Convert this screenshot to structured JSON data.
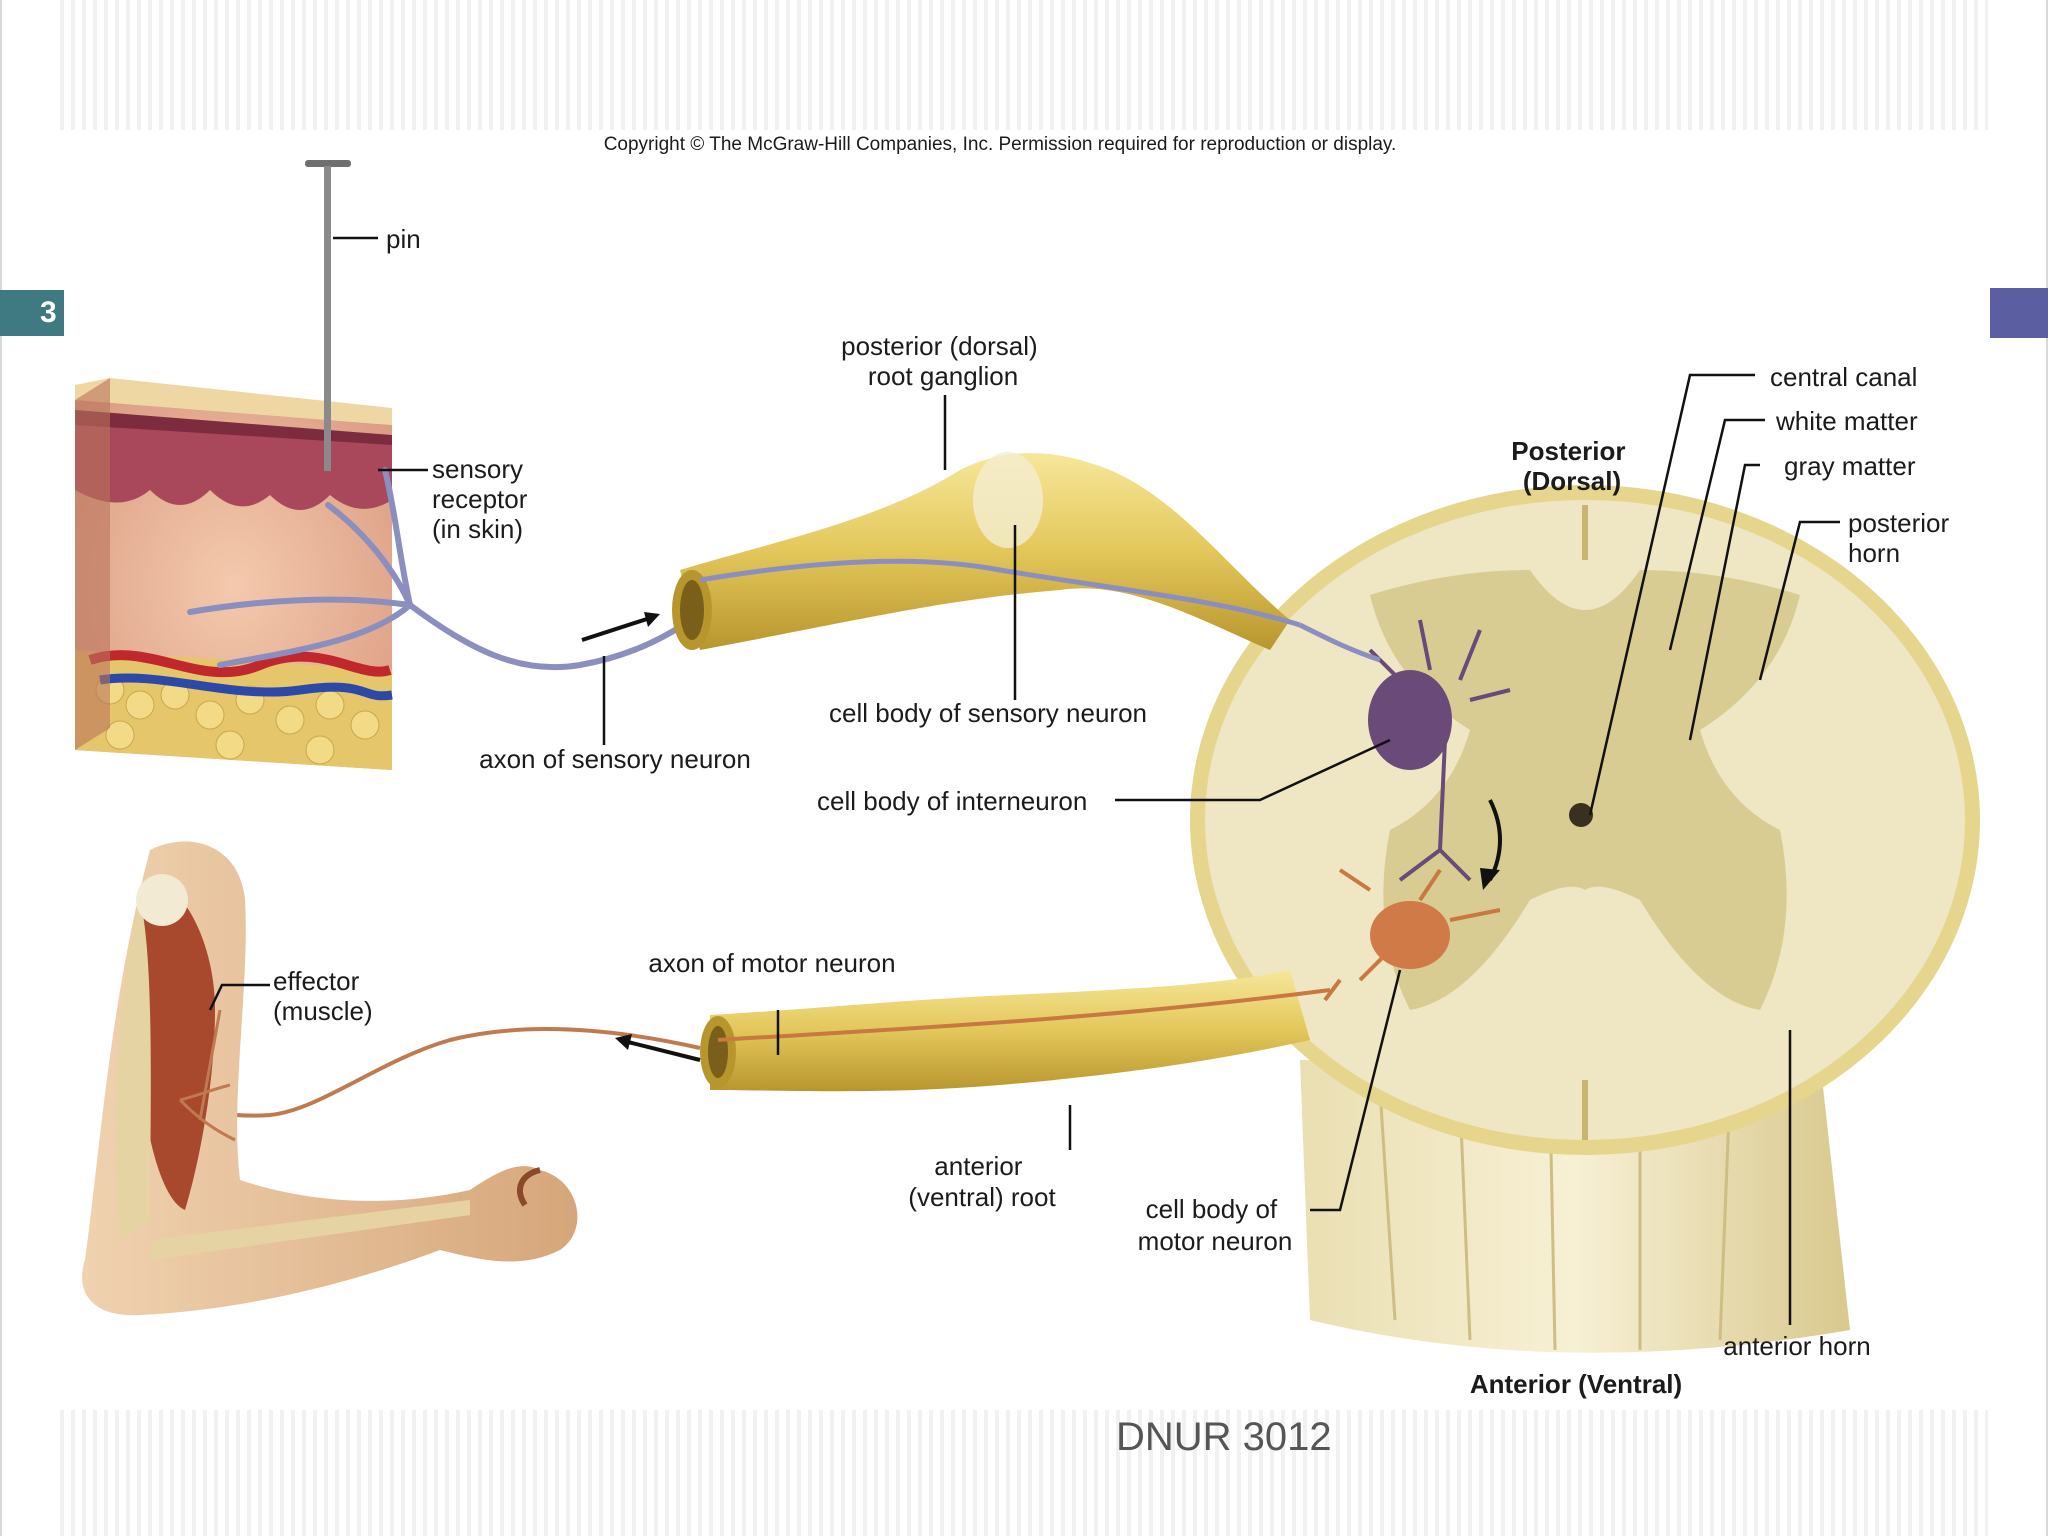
{
  "slide": {
    "number": "3",
    "footer": "DNUR 3012"
  },
  "figure": {
    "copyright": "Copyright © The McGraw-Hill Companies, Inc. Permission required for reproduction or display.",
    "labels": {
      "pin": "pin",
      "sensory_receptor": [
        "sensory",
        "receptor",
        "(in skin)"
      ],
      "axon_sensory": "axon of sensory neuron",
      "root_ganglion": [
        "posterior (dorsal)",
        "root ganglion"
      ],
      "cell_body_sensory": "cell body of sensory neuron",
      "cell_body_interneuron": "cell body of interneuron",
      "posterior_dorsal": [
        "Posterior",
        "(Dorsal)"
      ],
      "central_canal": "central canal",
      "white_matter": "white matter",
      "gray_matter": "gray matter",
      "posterior_horn": [
        "posterior",
        "horn"
      ],
      "effector": [
        "effector",
        "(muscle)"
      ],
      "axon_motor": "axon of motor neuron",
      "anterior_root": [
        "anterior",
        "(ventral) root"
      ],
      "cell_body_motor": [
        "cell body of",
        "motor neuron"
      ],
      "anterior_horn": "anterior horn",
      "anterior_ventral": "Anterior (Ventral)"
    }
  },
  "colors": {
    "nerve": "#e3c75a",
    "white_matter": "#efe6c4",
    "gray_matter": "#d8cc93",
    "interneuron": "#6a4a78",
    "motor_neuron": "#c87840",
    "sensory_axon": "#8a8fc0"
  }
}
